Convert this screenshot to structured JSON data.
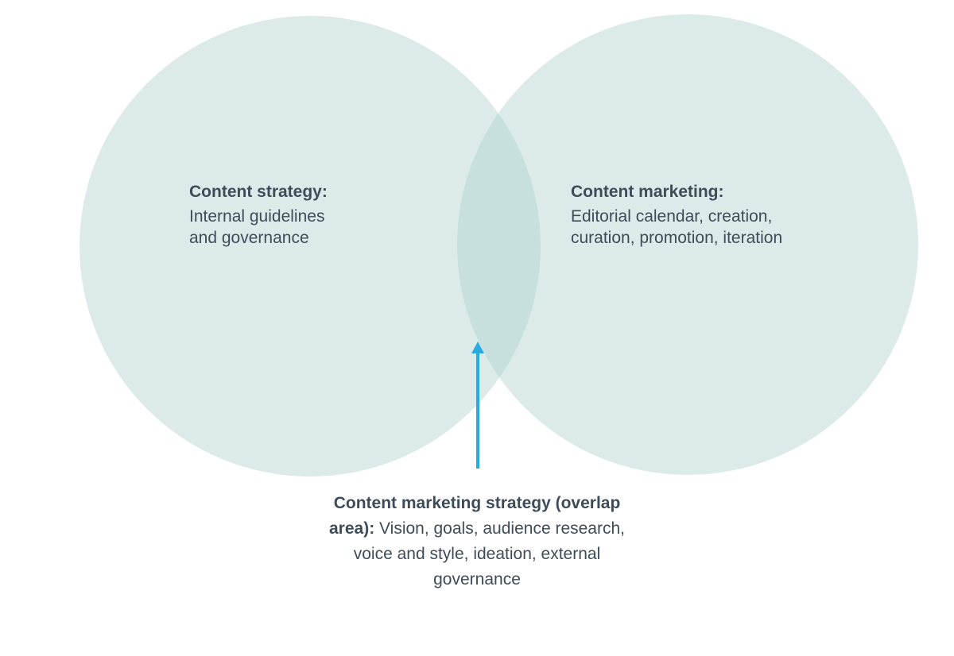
{
  "diagram": {
    "left_circle": {
      "heading": "Content strategy:",
      "lines": [
        "Internal guidelines",
        "and governance"
      ]
    },
    "right_circle": {
      "heading": "Content marketing:",
      "lines": [
        "Editorial calendar, creation,",
        "curation, promotion, iteration"
      ]
    },
    "caption": {
      "bold_text": "Content marketing strategy (overlap area):",
      "normal_text": " Vision, goals, audience research, voice and style, ideation, external governance"
    },
    "colors": {
      "circle_fill": "#dbebea",
      "overlap_fill": "#cfe2e1",
      "arrow": "#29abe2",
      "text": "#3e4c59"
    }
  }
}
